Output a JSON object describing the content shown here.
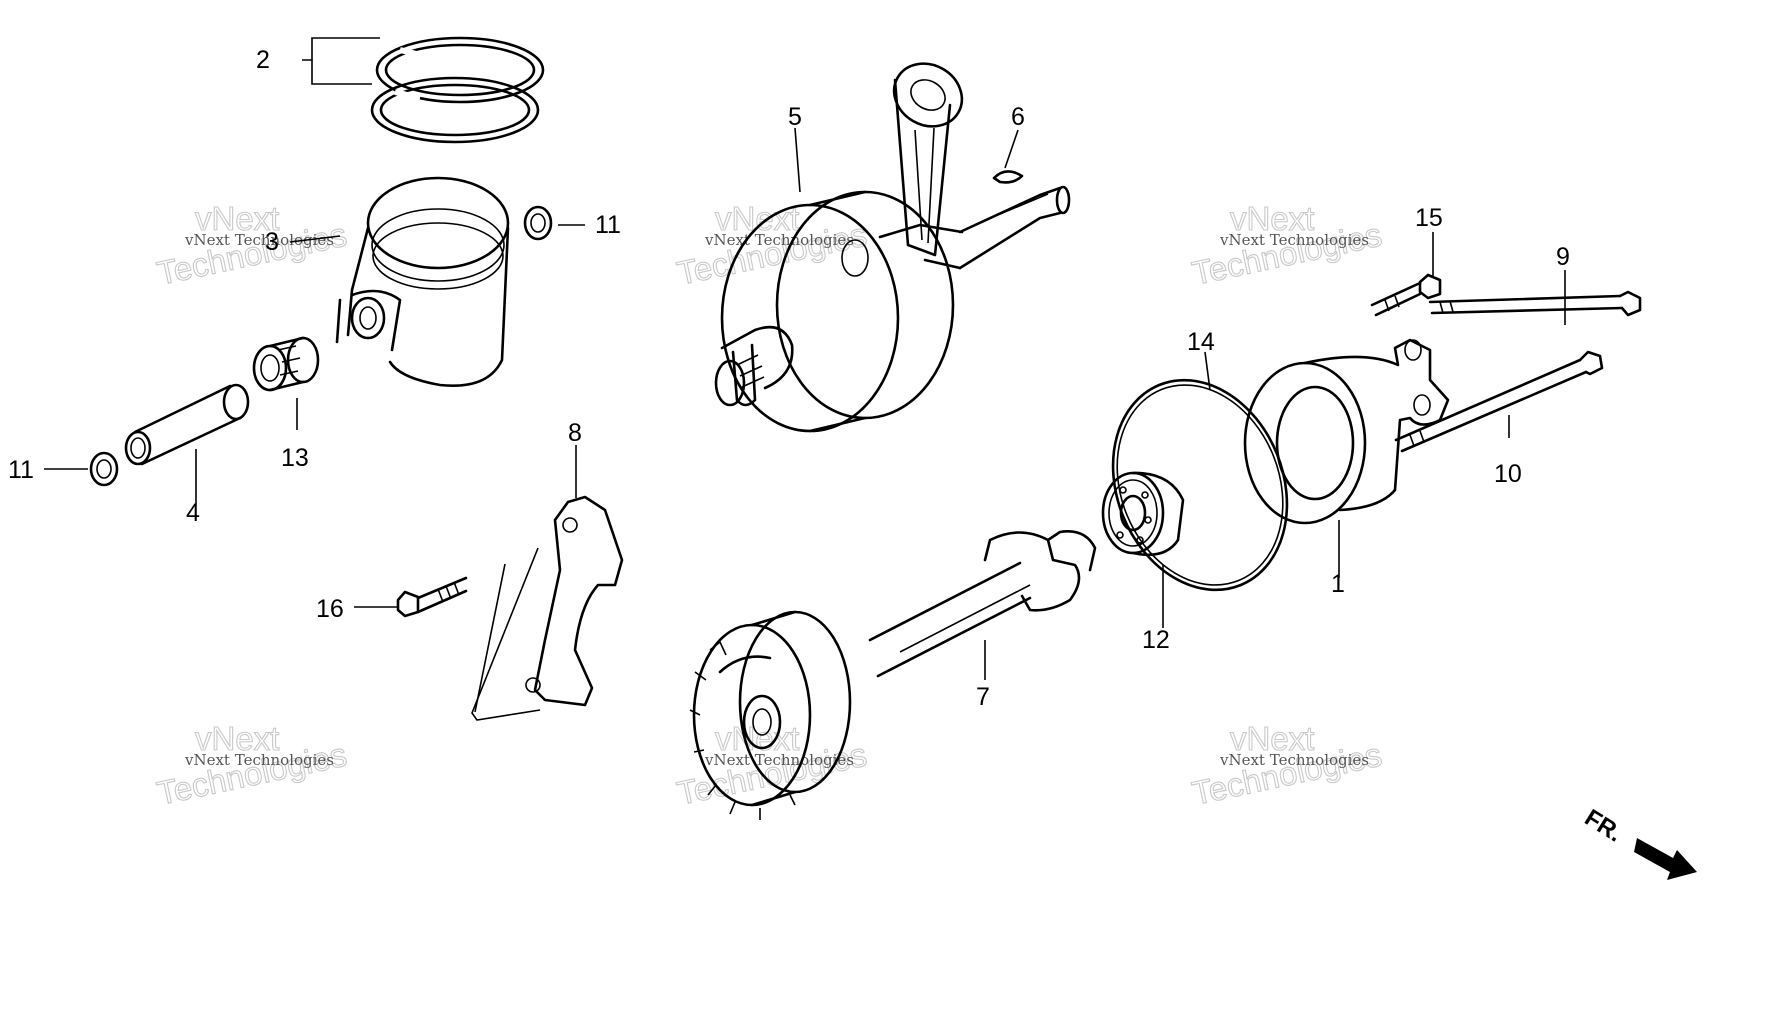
{
  "callouts": {
    "c1": "1",
    "c2": "2",
    "c3": "3",
    "c4": "4",
    "c5": "5",
    "c6": "6",
    "c7": "7",
    "c8": "8",
    "c9": "9",
    "c10": "10",
    "c11a": "11",
    "c11b": "11",
    "c12": "12",
    "c13": "13",
    "c14": "14",
    "c15": "15",
    "c16": "16"
  },
  "direction": {
    "label": "FR."
  },
  "watermark": {
    "brand": "vNext",
    "name": "Technologies",
    "full": "vNext Technologies"
  }
}
